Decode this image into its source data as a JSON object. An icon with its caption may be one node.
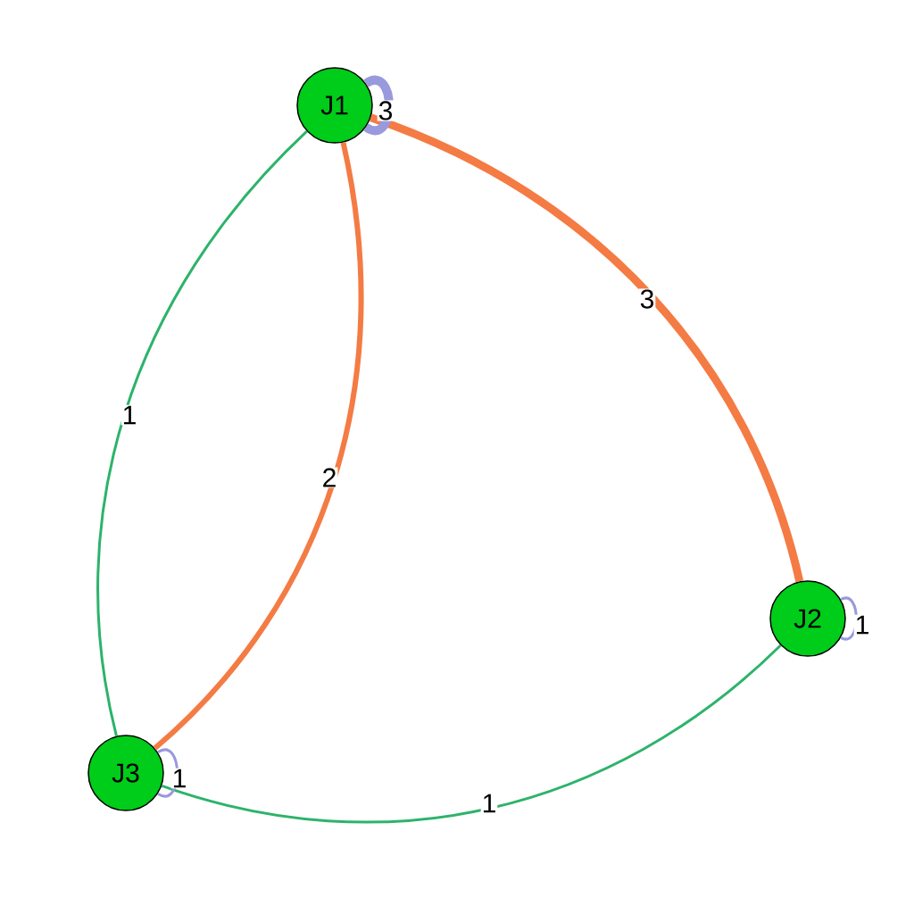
{
  "diagram": {
    "nodes": [
      {
        "text": [
          "J1"
        ]
      },
      {
        "text": [
          "J2"
        ]
      },
      {
        "text": [
          "J3"
        ]
      }
    ],
    "edges": [
      {
        "from": 0,
        "to": 2,
        "arrow": "none",
        "label": "1",
        "color": "#2db36b"
      },
      {
        "from": 0,
        "to": 2,
        "arrow": "none",
        "label": "2",
        "style": "thick",
        "color": "#f47b44"
      },
      {
        "from": 0,
        "to": 1,
        "arrow": "none",
        "label": "3",
        "style": "thick",
        "color": "#f47b44"
      },
      {
        "from": 1,
        "to": 2,
        "arrow": "none",
        "label": "1",
        "color": "#2db36b"
      },
      {
        "from": 0,
        "to": 0,
        "arrow": "none",
        "label": "3",
        "style": "thick",
        "color": "#9999dd"
      },
      {
        "from": 1,
        "to": 1,
        "arrow": "none",
        "label": "1",
        "color": "#9999dd"
      },
      {
        "from": 2,
        "to": 2,
        "arrow": "none",
        "label": "1",
        "color": "#9999dd"
      }
    ]
  }
}
